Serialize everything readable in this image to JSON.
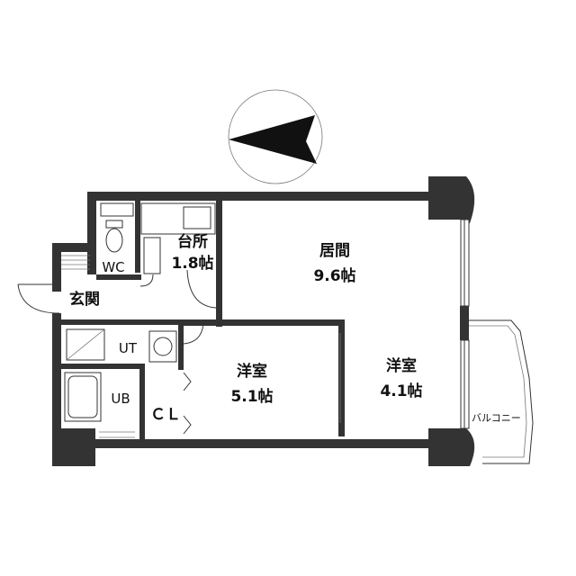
{
  "rooms": {
    "kitchen": {
      "name": "台所",
      "size": "1.8帖"
    },
    "living": {
      "name": "居間",
      "size": "9.6帖"
    },
    "western_a": {
      "name": "洋室",
      "size": "5.1帖"
    },
    "western_b": {
      "name": "洋室",
      "size": "4.1帖"
    },
    "wc": {
      "name": "WC"
    },
    "entrance": {
      "name": "玄関"
    },
    "utility": {
      "name": "UT"
    },
    "bath": {
      "name": "UB"
    },
    "closet": {
      "name": "ＣＬ"
    },
    "balcony": {
      "name": "バルコニー"
    }
  },
  "compass": {
    "icon": "north-arrow-icon",
    "direction": "left"
  },
  "colors": {
    "wall": "#333333",
    "line": "#333333",
    "background": "#ffffff"
  }
}
